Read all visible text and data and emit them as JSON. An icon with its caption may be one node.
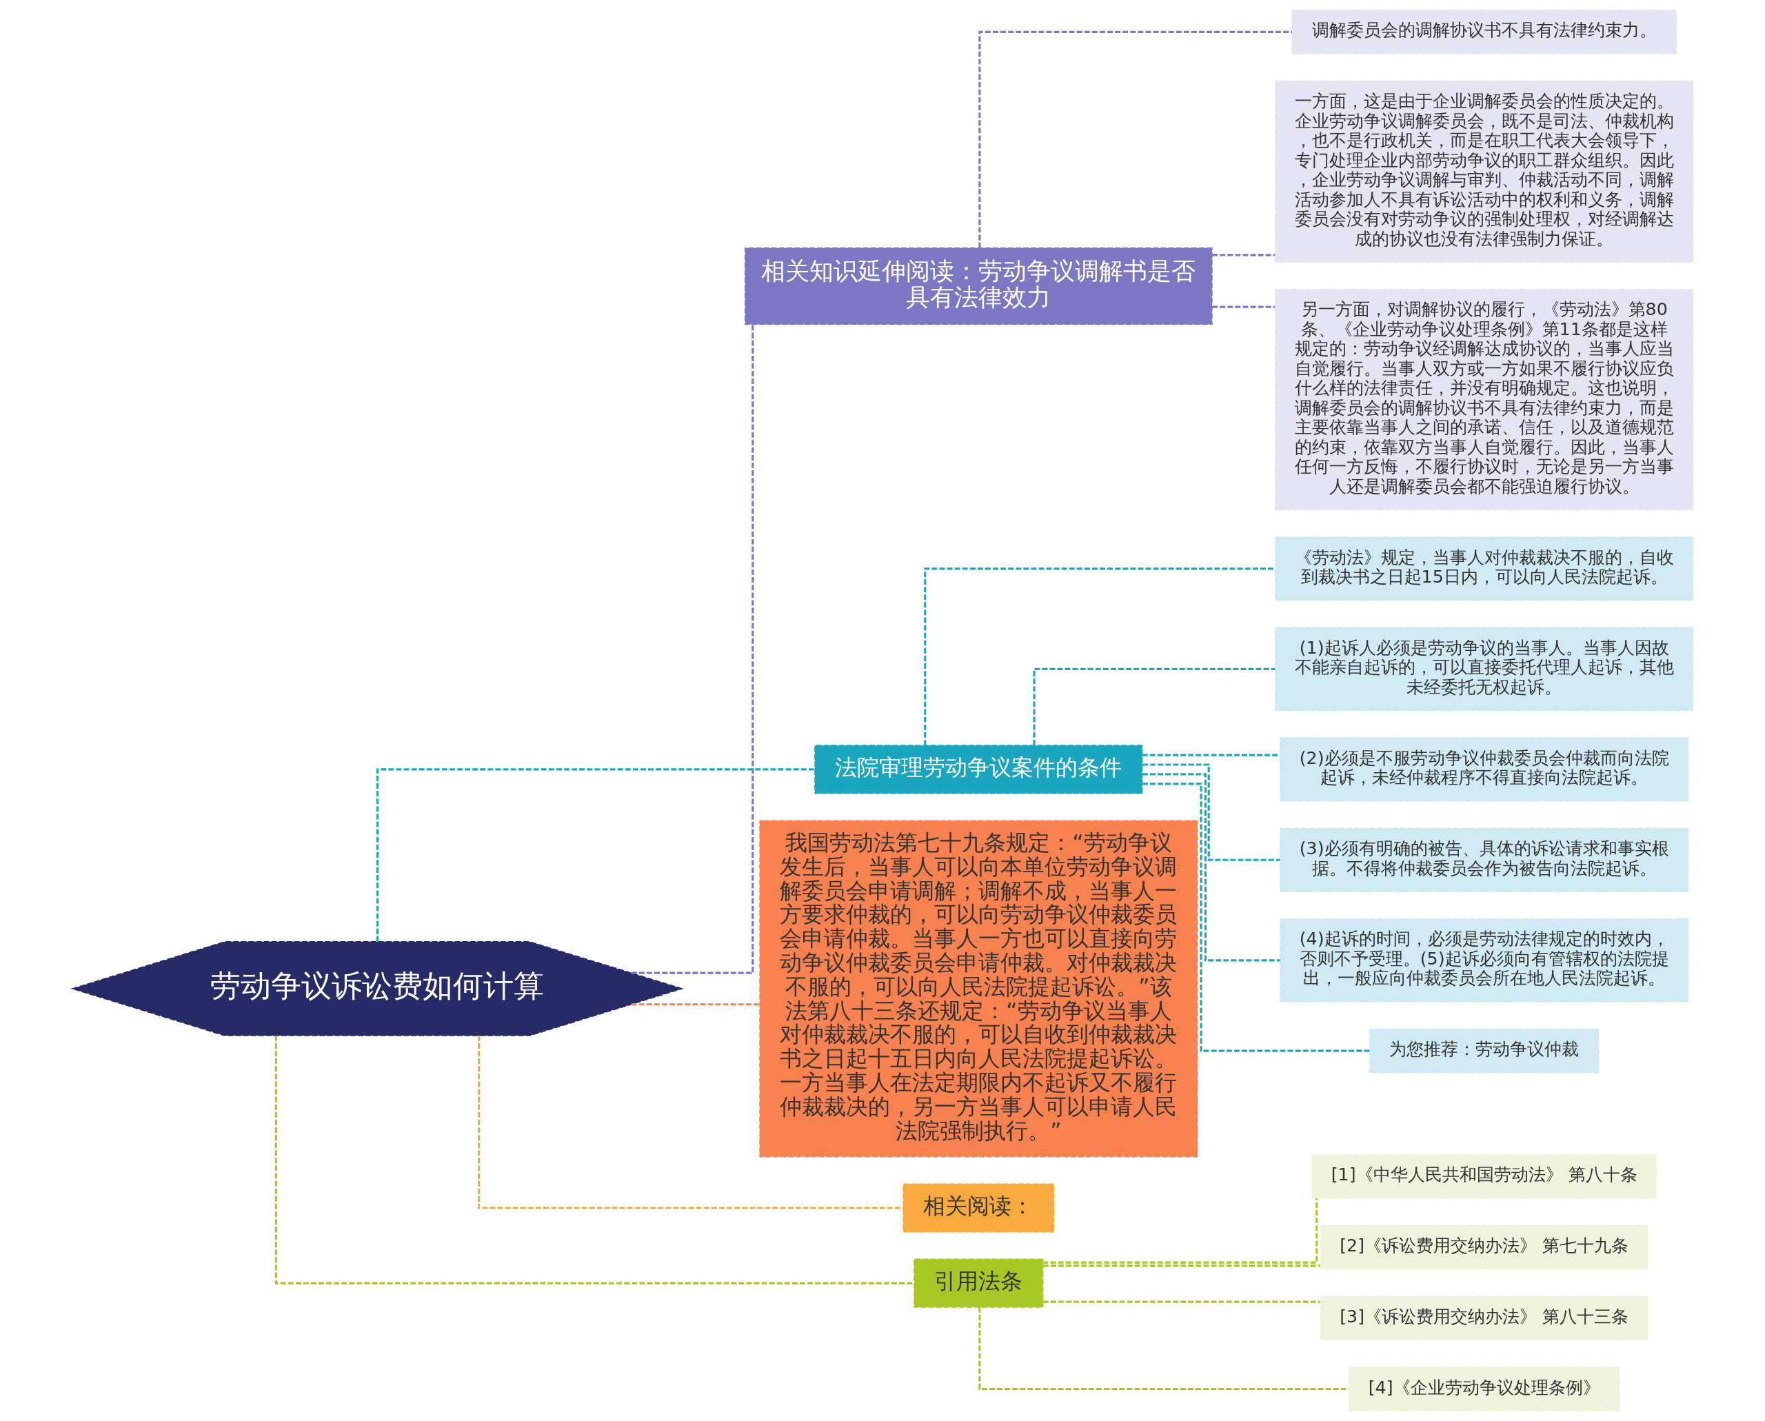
{
  "diagram": {
    "nodes": [
      {
        "text": [
          "劳动争议诉讼费如何计算"
        ]
      },
      {
        "text": [
          "相关知识延伸阅读：劳动争议调解书是否具有法律效力"
        ]
      },
      {
        "text": [
          "调解委员会的调解协议书不具有法律约束力。"
        ]
      },
      {
        "text": [
          "一方面，这是由于企业调解委员会的性质决定的。企业劳动争议调解委员会，既不是司法、仲裁机构，也不是行政机关，而是在职工代表大会领导下，专门处理企业内部劳动争议的职工群众组织。因此，企业劳动争议调解与审判、仲裁活动不同，调解活动参加人不具有诉讼活动中的权利和义务，调解委员会没有对劳动争议的强制处理权，对经调解达成的协议也没有法律强制力保证。"
        ]
      },
      {
        "text": [
          "另一方面，对调解协议的履行，《劳动法》第80条、《企业劳动争议处理条例》第11条都是这样规定的：劳动争议经调解达成协议的，当事人应当自觉履行。当事人双方或一方如果不履行协议应负什么样的法律责任，并没有明确规定。这也说明，调解委员会的调解协议书不具有法律约束力，而是主要依靠当事人之间的承诺、信任，以及道德规范的约束，依靠双方当事人自觉履行。因此，当事人任何一方反悔，不履行协议时，无论是另一方当事人还是调解委员会都不能强迫履行协议。"
        ]
      },
      {
        "text": [
          "法院审理劳动争议案件的条件"
        ]
      },
      {
        "text": [
          "《劳动法》规定，当事人对仲裁裁决不服的，自收到裁决书之日起15日内，可以向人民法院起诉。"
        ]
      },
      {
        "text": [
          "(1)起诉人必须是劳动争议的当事人。当事人因故不能亲自起诉的，可以直接委托代理人起诉，其他未经委托无权起诉。"
        ]
      },
      {
        "text": [
          "(2)必须是不服劳动争议仲裁委员会仲裁而向法院起诉，未经仲裁程序不得直接向法院起诉。"
        ]
      },
      {
        "text": [
          "(3)必须有明确的被告、具体的诉讼请求和事实根据。不得将仲裁委员会作为被告向法院起诉。"
        ]
      },
      {
        "text": [
          "(4)起诉的时间，必须是劳动法律规定的时效内，否则不予受理。(5)起诉必须向有管辖权的法院提出，一般应向仲裁委员会所在地人民法院起诉。"
        ]
      },
      {
        "text": [
          "为您推荐：劳动争议仲裁"
        ]
      },
      {
        "text": [
          "我国劳动法第七十九条规定：“劳动争议发生后，当事人可以向本单位劳动争议调解委员会申请调解；调解不成，当事人一方要求仲裁的，可以向劳动争议仲裁委员会申请仲裁。当事人一方也可以直接向劳动争议仲裁委员会申请仲裁。对仲裁裁决不服的，可以向人民法院提起诉讼。”该法第八十三条还规定：“劳动争议当事人对仲裁裁决不服的，可以自收到仲裁裁决书之日起十五日内向人民法院提起诉讼。一方当事人在法定期限内不起诉又不履行仲裁裁决的，另一方当事人可以申请人民法院强制执行。”"
        ]
      },
      {
        "text": [
          "相关阅读："
        ]
      },
      {
        "text": [
          "引用法条"
        ]
      },
      {
        "text": [
          "[1]《中华人民共和国劳动法》 第八十条"
        ]
      },
      {
        "text": [
          "[2]《诉讼费用交纳办法》 第七十九条"
        ]
      },
      {
        "text": [
          "[3]《诉讼费用交纳办法》 第八十三条"
        ]
      },
      {
        "text": [
          "[4]《企业劳动争议处理条例》"
        ]
      }
    ],
    "edges": [
      {
        "from": 0,
        "to": 1,
        "arrow": "none",
        "style": "dashed",
        "color": "#7b77c2"
      },
      {
        "from": 1,
        "to": 2,
        "arrow": "none",
        "style": "dashed",
        "color": "#7b77c2"
      },
      {
        "from": 1,
        "to": 3,
        "arrow": "none",
        "style": "dashed",
        "color": "#7b77c2"
      },
      {
        "from": 1,
        "to": 4,
        "arrow": "none",
        "style": "dashed",
        "color": "#7b77c2"
      },
      {
        "from": 0,
        "to": 5,
        "arrow": "none",
        "style": "dashed"
      },
      {
        "from": 5,
        "to": 6,
        "arrow": "none",
        "style": "dashed"
      },
      {
        "from": 5,
        "to": 7,
        "arrow": "none",
        "style": "dashed"
      },
      {
        "from": 5,
        "to": 8,
        "arrow": "none",
        "style": "dashed"
      },
      {
        "from": 5,
        "to": 9,
        "arrow": "none",
        "style": "dashed"
      },
      {
        "from": 5,
        "to": 10,
        "arrow": "none",
        "style": "dashed"
      },
      {
        "from": 5,
        "to": 11,
        "arrow": "none",
        "style": "dashed"
      },
      {
        "from": 0,
        "to": 12,
        "arrow": "none",
        "style": "dashed",
        "color": "#f7814f"
      },
      {
        "from": 0,
        "to": 13,
        "arrow": "none",
        "style": "dashed",
        "color": "#f7a93b"
      },
      {
        "from": 0,
        "to": 14,
        "arrow": "none",
        "style": "dashed",
        "color": "#a5c825"
      },
      {
        "from": 14,
        "to": 15,
        "arrow": "none",
        "style": "dashed",
        "color": "#a5c825"
      },
      {
        "from": 14,
        "to": 16,
        "arrow": "none",
        "style": "dashed",
        "color": "#a5c825"
      },
      {
        "from": 14,
        "to": 17,
        "arrow": "none",
        "style": "dashed",
        "color": "#a5c825"
      },
      {
        "from": 14,
        "to": 18,
        "arrow": "none",
        "style": "dashed",
        "color": "#a5c825"
      }
    ]
  }
}
